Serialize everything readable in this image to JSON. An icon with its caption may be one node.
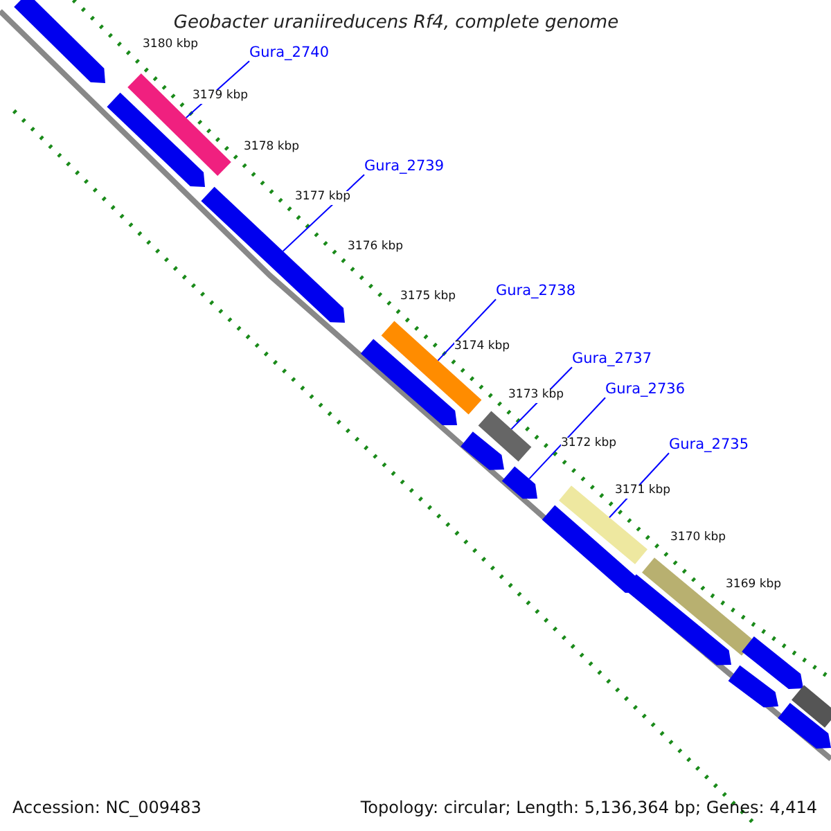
{
  "diagram": {
    "title": "Geobacter uraniireducens Rf4, complete genome",
    "nodes": [
      {
        "text": [
          "Gura_2740"
        ]
      },
      {
        "text": [
          "Gura_2739"
        ]
      },
      {
        "text": [
          "Gura_2738"
        ]
      },
      {
        "text": [
          "Gura_2737"
        ]
      },
      {
        "text": [
          "Gura_2736"
        ]
      },
      {
        "text": [
          "Gura_2735"
        ]
      },
      {
        "text": [],
        "shape": "bar"
      },
      {
        "text": [],
        "shape": "bar"
      },
      {
        "text": [],
        "shape": "bar"
      },
      {
        "text": [],
        "shape": "bar"
      },
      {
        "text": [],
        "shape": "bar"
      },
      {
        "text": [],
        "shape": "bar"
      },
      {
        "text": [],
        "shape": "bar"
      },
      {
        "text": [],
        "shape": "bar"
      },
      {
        "text": [],
        "shape": "bar"
      },
      {
        "text": [],
        "shape": "bar"
      },
      {
        "text": [],
        "shape": "bar"
      },
      {
        "text": [],
        "shape": "bar"
      },
      {
        "text": [],
        "shape": "bar"
      },
      {
        "text": [],
        "shape": "bar"
      },
      {
        "text": [],
        "shape": "bar"
      },
      {
        "text": [],
        "shape": "bar"
      },
      {
        "text": [],
        "shape": "bar"
      }
    ],
    "edges": [
      {
        "from": 0,
        "to": 6,
        "arrow": "none"
      },
      {
        "from": 1,
        "to": 7,
        "arrow": "none"
      },
      {
        "from": 2,
        "to": 8,
        "arrow": "none"
      },
      {
        "from": 3,
        "to": 9,
        "arrow": "none"
      },
      {
        "from": 4,
        "to": 10,
        "arrow": "none"
      },
      {
        "from": 5,
        "to": 11,
        "arrow": "none"
      }
    ],
    "labels": [
      "3180 kbp",
      "3179 kbp",
      "3178 kbp",
      "3177 kbp",
      "3176 kbp",
      "3175 kbp",
      "3174 kbp",
      "3173 kbp",
      "3172 kbp",
      "3171 kbp",
      "3170 kbp",
      "3169 kbp",
      "Accession: NC_009483",
      "Topology: circular; Length: 5,136,364 bp; Genes: 4,414"
    ]
  }
}
